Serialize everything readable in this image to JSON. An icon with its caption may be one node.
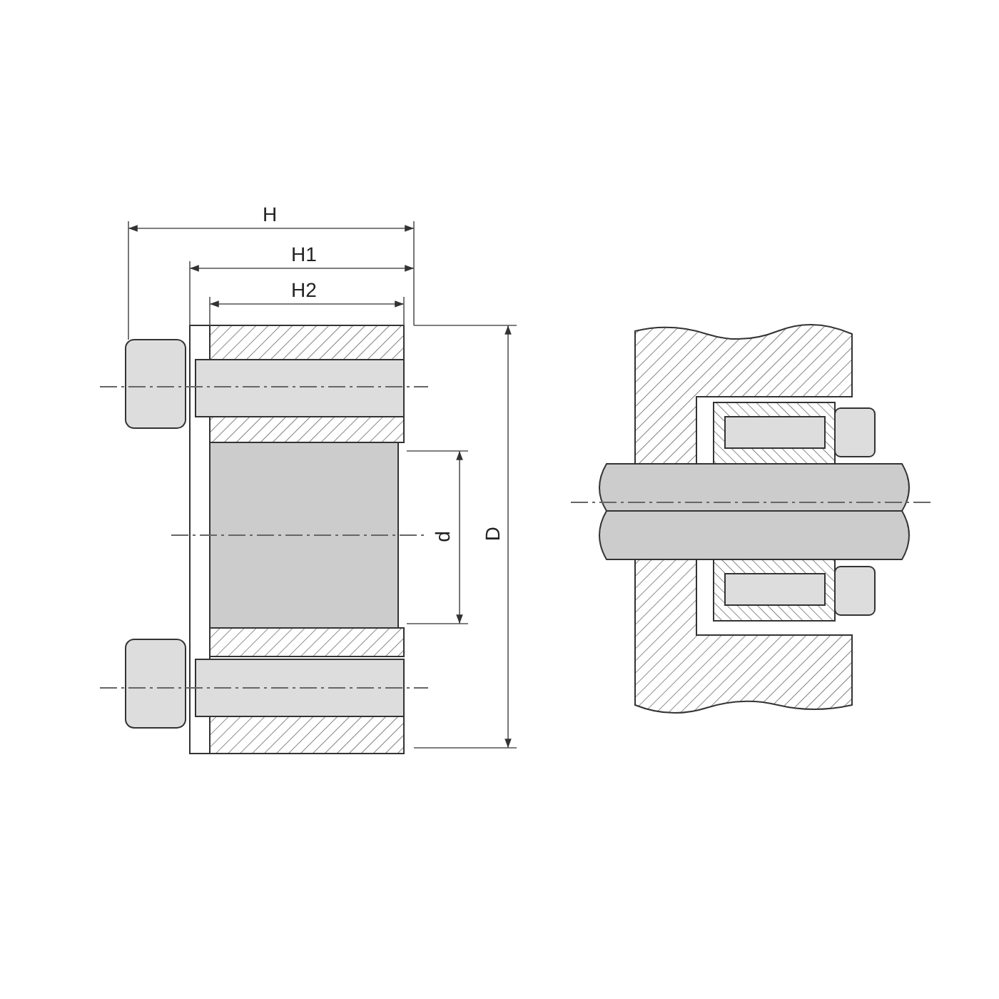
{
  "diagram": {
    "labels": [
      "H",
      "H1",
      "H2",
      "d",
      "D"
    ]
  }
}
